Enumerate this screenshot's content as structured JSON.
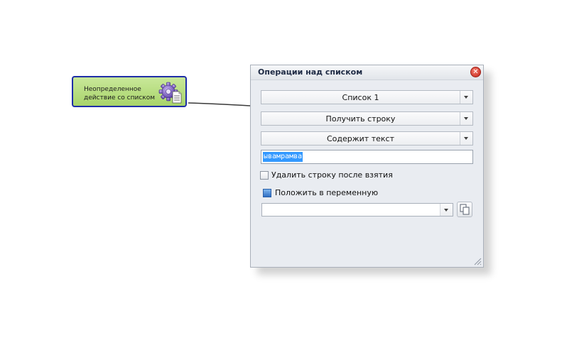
{
  "node": {
    "label": "Неопределенное\nдействие со списком",
    "icon": "gear-document-icon"
  },
  "dialog": {
    "title": "Операции над списком",
    "close_icon": "close-icon",
    "list_select": {
      "value": "Список 1"
    },
    "operation_select": {
      "value": "Получить строку"
    },
    "condition_select": {
      "value": "Содержит текст"
    },
    "text_field": {
      "value": "ывамрамва"
    },
    "delete_checkbox": {
      "label": "Удалить строку после взятия",
      "checked": false
    },
    "variable_checkbox": {
      "label": "Положить в переменную"
    },
    "variable_select": {
      "value": ""
    },
    "copy_icon": "copy-icon",
    "resize_icon": "resize-grip-icon"
  },
  "colors": {
    "node_border": "#1f2ea8",
    "node_fill": "#b5dc7c",
    "selection": "#3399ff",
    "close": "#d9382b"
  }
}
